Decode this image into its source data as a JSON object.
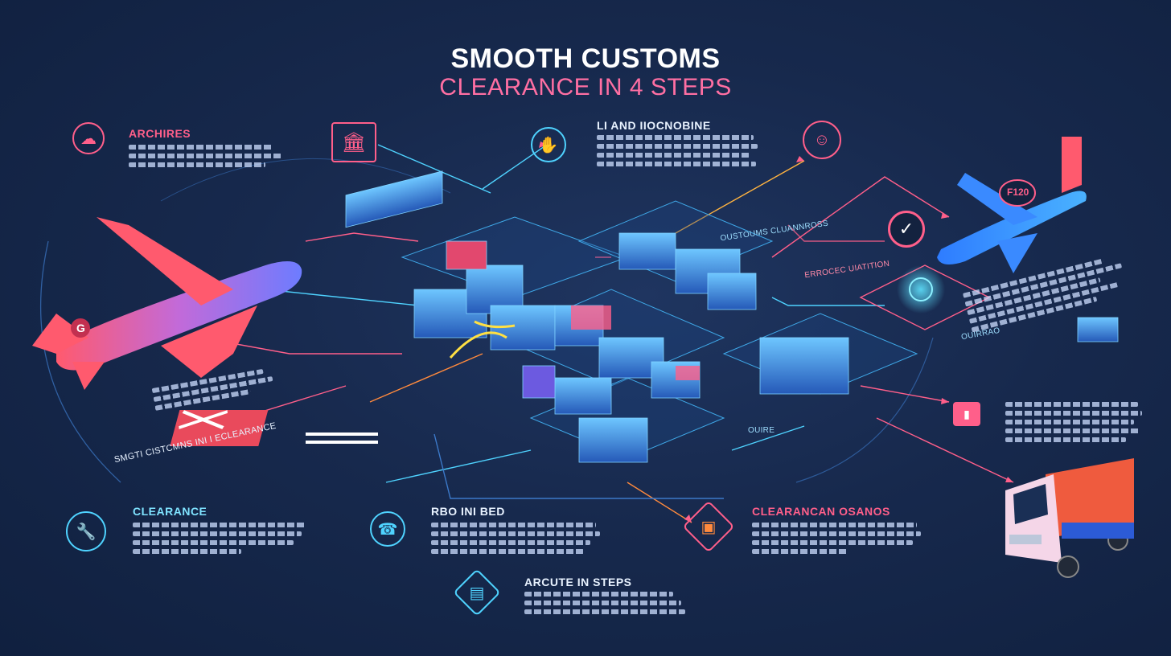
{
  "title": {
    "line1": "SMOOTH CUSTOMS",
    "line2": "CLEARANCE IN 4 STEPS"
  },
  "headings": {
    "top_left": "ARCHIRES",
    "top_center": "LI AND IIOCNOBINE",
    "bottom_left": "CLEARANCE",
    "bottom_center_left": "RBO INI BED",
    "bottom_center_right": "CLEARANCAN OSANOS",
    "bottom_center": "ARCUTE IN STEPS"
  },
  "labels": {
    "left_diag": "SMGTI CISTCMNS INI I ECLEARANCE",
    "center_right": "OUSTOUMS CLUANNROSS",
    "right_mid": "ERROCEC UIATITION",
    "right_lower": "OUIRRAO",
    "center_lower": "OUIRE",
    "plane_left_tag": "G",
    "plane_right_tag": "F120"
  },
  "colors": {
    "background": "#17294d",
    "accent_pink": "#ff5f8a",
    "accent_cyan": "#4fd3ff",
    "accent_orange": "#ff8a3d"
  },
  "icons": [
    "cloud-icon",
    "building-icon",
    "hand-icon",
    "face-icon",
    "wrench-icon",
    "phone-icon",
    "package-icon",
    "checkmark-icon",
    "lock-icon",
    "box-icon"
  ]
}
